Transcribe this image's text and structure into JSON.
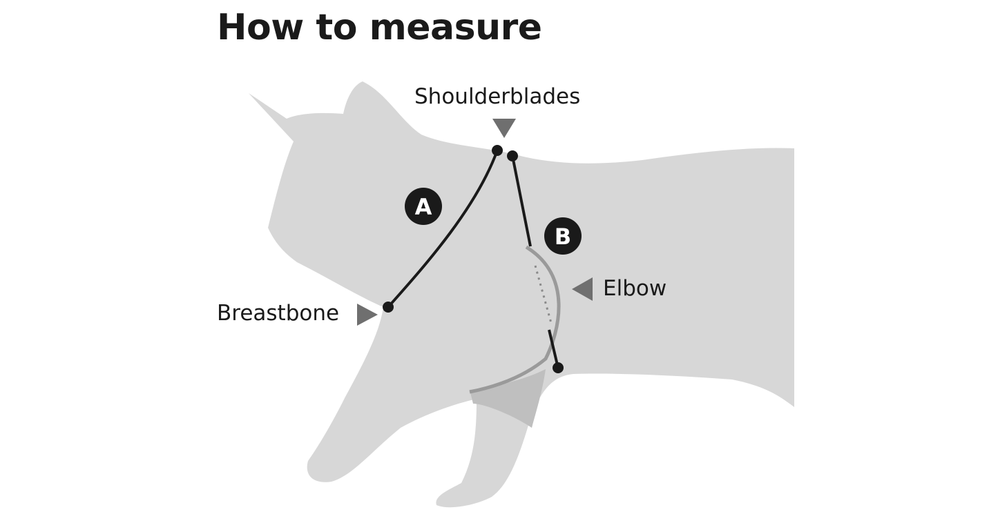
{
  "title": "How to measure",
  "labels": {
    "shoulderblades": "Shoulderblades",
    "breastbone": "Breastbone",
    "elbow": "Elbow"
  },
  "markers": {
    "a": "A",
    "b": "B"
  },
  "colors": {
    "silhouette": "#d7d7d7",
    "leg_shade": "#bfbfbf",
    "arrow": "#6f6f6f",
    "line": "#1a1a1a",
    "harness": "#9a9a9a"
  }
}
